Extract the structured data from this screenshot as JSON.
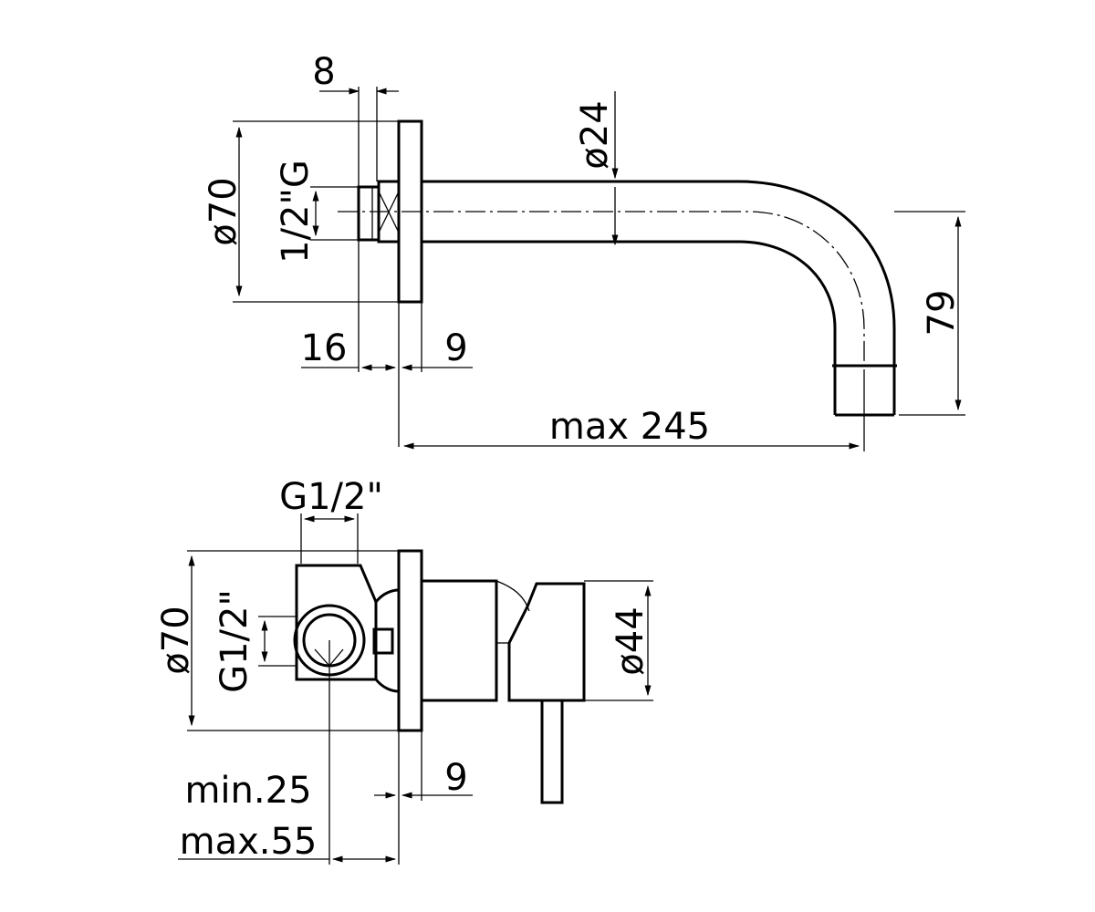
{
  "top_view": {
    "dim_top": "8",
    "dim_flange_dia": "ø70",
    "dim_thread": "1/2\"G",
    "dim_pipe_dia": "ø24",
    "dim_left_depth": "16",
    "dim_flange_thk": "9",
    "dim_height": "79",
    "dim_length": "max 245"
  },
  "bottom_view": {
    "dim_connection": "G1/2\"",
    "dim_flange_dia": "ø70",
    "dim_side_connection": "G1/2\"",
    "dim_body_dia": "ø44",
    "dim_flange_thk": "9",
    "dim_min": "min.25",
    "dim_max": "max.55"
  }
}
